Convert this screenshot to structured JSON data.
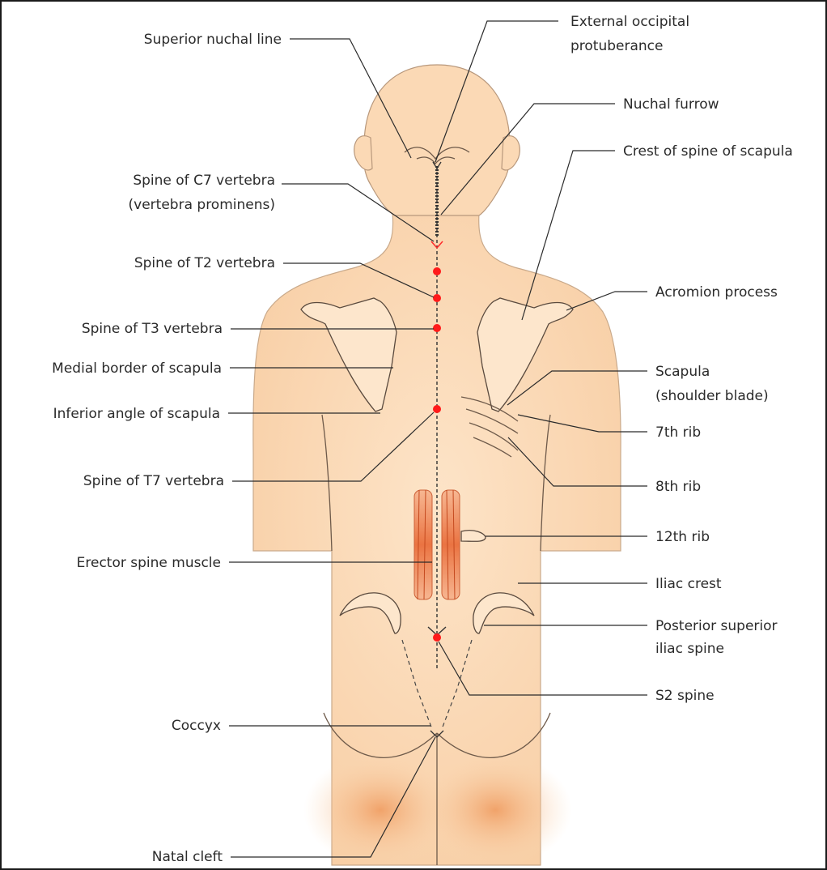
{
  "diagram": {
    "colors": {
      "skin": "#fbd9b5",
      "skin_shadow": "#f1a772",
      "muscle": "#e8612c",
      "landmark_dot": "#ff1a1a",
      "leader_line": "#2b2b2b"
    },
    "labels": {
      "superior_nuchal_line": "Superior nuchal line",
      "external_occipital_1": "External occipital",
      "external_occipital_2": "protuberance",
      "nuchal_furrow": "Nuchal furrow",
      "crest_spine_scapula": "Crest of spine of scapula",
      "spine_c7_1": "Spine of C7 vertebra",
      "spine_c7_2": "(vertebra prominens)",
      "spine_t2": "Spine of  T2 vertebra",
      "acromion": "Acromion process",
      "spine_t3": "Spine of  T3 vertebra",
      "medial_border": "Medial border of scapula",
      "scapula_1": "Scapula",
      "scapula_2": "(shoulder blade)",
      "inferior_angle": "Inferior angle of scapula",
      "rib_7": "7th rib",
      "spine_t7": "Spine of  T7 vertebra",
      "rib_8": "8th rib",
      "rib_12": "12th rib",
      "erector_spine": "Erector spine muscle",
      "iliac_crest": "Iliac crest",
      "psis_1": "Posterior superior",
      "psis_2": "iliac spine",
      "s2_spine": "S2 spine",
      "coccyx": "Coccyx",
      "natal_cleft": "Natal cleft"
    }
  }
}
